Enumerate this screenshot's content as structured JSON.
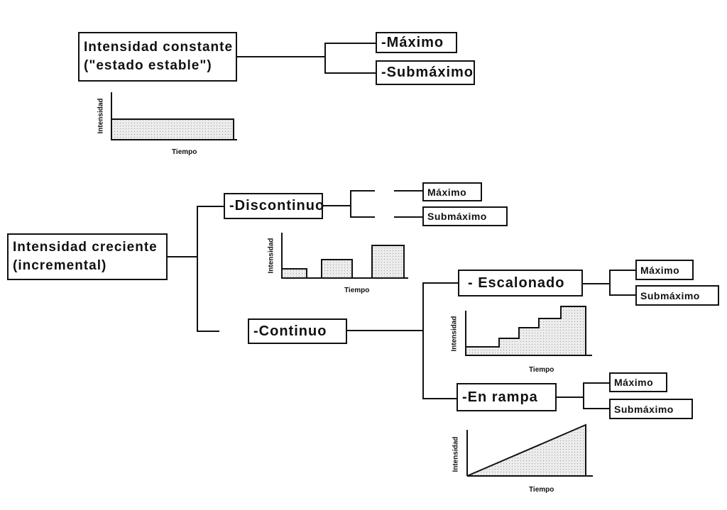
{
  "constant": {
    "title_line1": "Intensidad constante",
    "title_line2": "(\"estado estable\")",
    "options": [
      "-Máximo",
      "-Submáximo"
    ],
    "chart": {
      "ylabel": "Intensidad",
      "xlabel": "Tiempo",
      "shape": "constant-level",
      "level": 0.4
    }
  },
  "incremental": {
    "title_line1": "Intensidad creciente",
    "title_line2": "(incremental)",
    "discontinuous": {
      "label": "-Discontinuo",
      "options": [
        "Máximo",
        "Submáximo"
      ],
      "chart": {
        "ylabel": "Intensidad",
        "xlabel": "Tiempo",
        "shape": "separate-bars",
        "bars": [
          0.2,
          0.4,
          0.7
        ]
      }
    },
    "continuous": {
      "label": "-Continuo",
      "stepped": {
        "label": "- Escalonado",
        "options": [
          "Máximo",
          "Submáximo"
        ],
        "chart": {
          "ylabel": "Intensidad",
          "xlabel": "Tiempo",
          "shape": "staircase",
          "steps": [
            0.2,
            0.4,
            0.6,
            0.8,
            1.0
          ]
        }
      },
      "ramp": {
        "label": "-En rampa",
        "options": [
          "Máximo",
          "Submáximo"
        ],
        "chart": {
          "ylabel": "Intensidad",
          "xlabel": "Tiempo",
          "shape": "linear-ramp",
          "end_level": 1.0
        }
      }
    }
  },
  "colors": {
    "line": "#111111",
    "fill": "#e4e4e4"
  }
}
